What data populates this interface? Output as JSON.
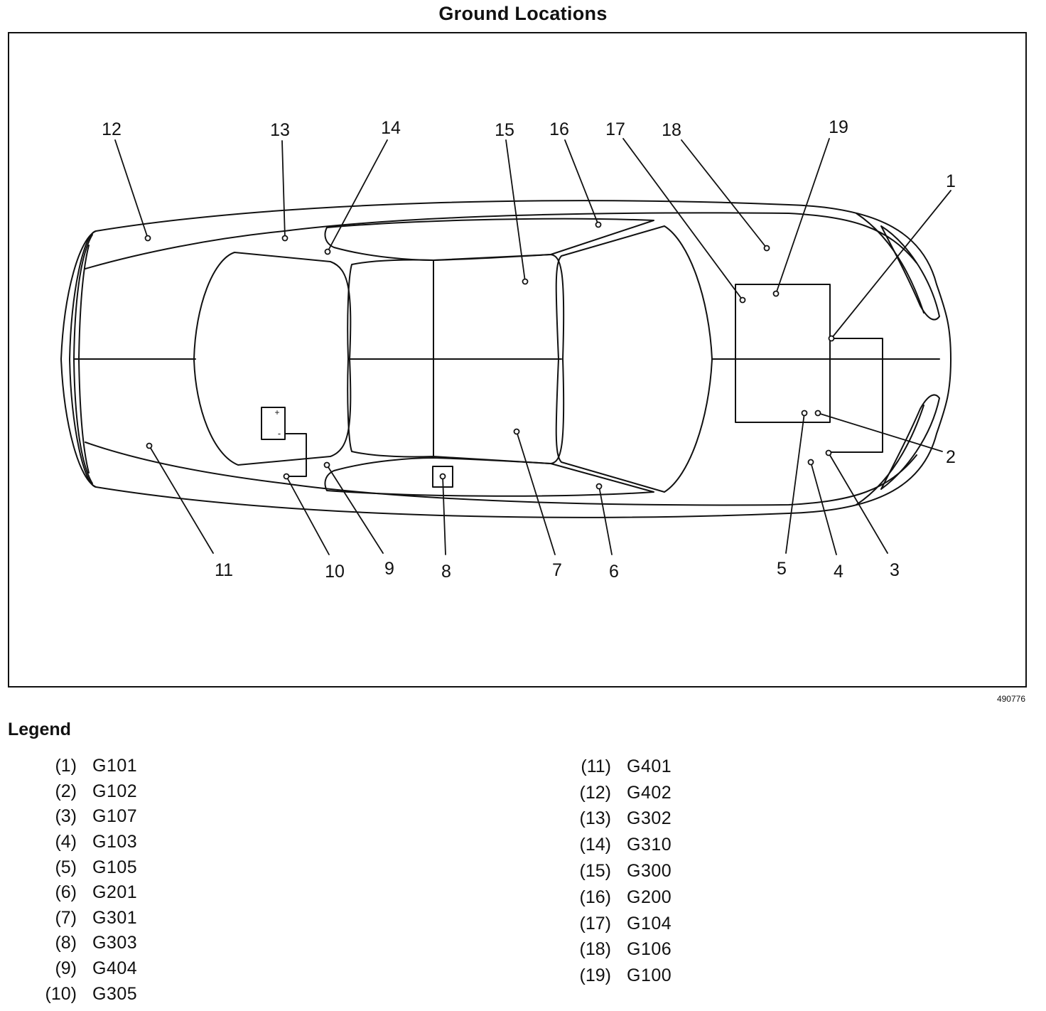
{
  "title": "Ground Locations",
  "figure_id": "490776",
  "legend": {
    "title": "Legend",
    "left_column": [
      {
        "num": "(1)",
        "code": "G101"
      },
      {
        "num": "(2)",
        "code": "G102"
      },
      {
        "num": "(3)",
        "code": "G107"
      },
      {
        "num": "(4)",
        "code": "G103"
      },
      {
        "num": "(5)",
        "code": "G105"
      },
      {
        "num": "(6)",
        "code": "G201"
      },
      {
        "num": "(7)",
        "code": "G301"
      },
      {
        "num": "(8)",
        "code": "G303"
      },
      {
        "num": "(9)",
        "code": "G404"
      },
      {
        "num": "(10)",
        "code": "G305"
      }
    ],
    "right_column": [
      {
        "num": "(11)",
        "code": "G401"
      },
      {
        "num": "(12)",
        "code": "G402"
      },
      {
        "num": "(13)",
        "code": "G302"
      },
      {
        "num": "(14)",
        "code": "G310"
      },
      {
        "num": "(15)",
        "code": "G300"
      },
      {
        "num": "(16)",
        "code": "G200"
      },
      {
        "num": "(17)",
        "code": "G104"
      },
      {
        "num": "(18)",
        "code": "G106"
      },
      {
        "num": "(19)",
        "code": "G100"
      }
    ]
  },
  "callouts": [
    "1",
    "2",
    "3",
    "4",
    "5",
    "6",
    "7",
    "8",
    "9",
    "10",
    "11",
    "12",
    "13",
    "14",
    "15",
    "16",
    "17",
    "18",
    "19"
  ],
  "battery": {
    "plus": "+",
    "minus": "-"
  }
}
